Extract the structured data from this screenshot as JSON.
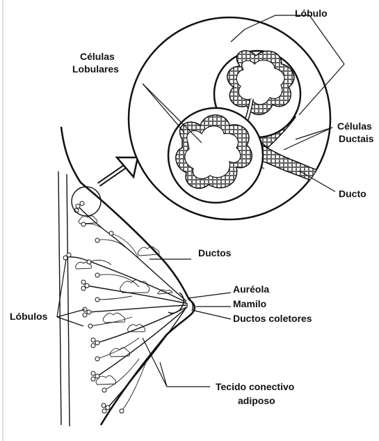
{
  "labels": {
    "lobulo": "Lóbulo",
    "celulas_lobulares_1": "Células",
    "celulas_lobulares_2": "Lobulares",
    "celulas_ductais_1": "Células",
    "celulas_ductais_2": "Ductais",
    "ducto": "Ducto",
    "ductos": "Ductos",
    "aureola": "Auréola",
    "mamilo": "Mamilo",
    "ductos_coletores": "Ductos coletores",
    "lobulos": "Lóbulos",
    "tecido_1": "Tecido conectivo",
    "tecido_2": "adiposo"
  },
  "colors": {
    "ink": "#111111",
    "background": "#ffffff"
  }
}
